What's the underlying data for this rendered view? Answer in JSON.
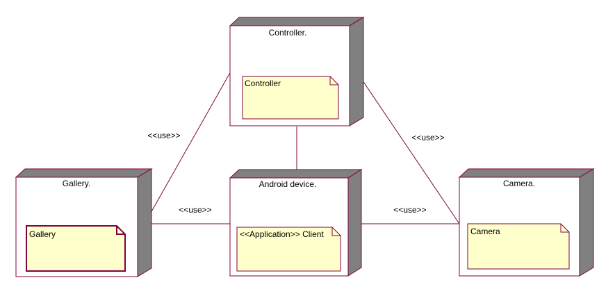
{
  "colors": {
    "border": "#800040",
    "node_face": "#ffffff",
    "node_side": "#808080",
    "note_fill": "#ffffcc",
    "text": "#000000"
  },
  "nodes": {
    "controller": {
      "title": "Controller.",
      "artifact": "Controller"
    },
    "gallery": {
      "title": "Gallery.",
      "artifact": "Gallery"
    },
    "android": {
      "title": "Android device.",
      "artifact": "<<Application>> Client"
    },
    "camera": {
      "title": "Camera.",
      "artifact": "Camera"
    }
  },
  "connectors": {
    "controller_gallery": "<<use>>",
    "controller_camera": "<<use>>",
    "gallery_android": "<<use>>",
    "android_camera": "<<use>>"
  }
}
